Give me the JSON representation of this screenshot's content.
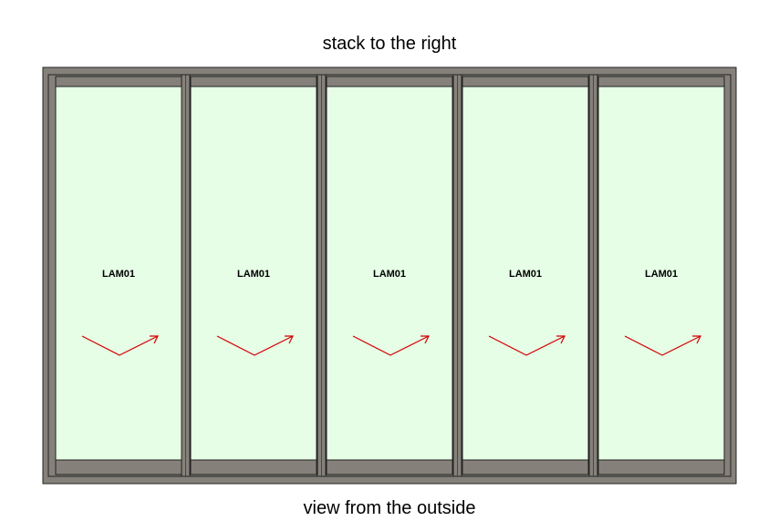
{
  "title": "stack to the right",
  "footer": "view from the outside",
  "panels": [
    {
      "label": "LAM01"
    },
    {
      "label": "LAM01"
    },
    {
      "label": "LAM01"
    },
    {
      "label": "LAM01"
    },
    {
      "label": "LAM01"
    }
  ],
  "colors": {
    "frame": "#85817a",
    "frame_outline": "#222222",
    "glass": "#e6fde6",
    "arrow": "#d40000"
  }
}
